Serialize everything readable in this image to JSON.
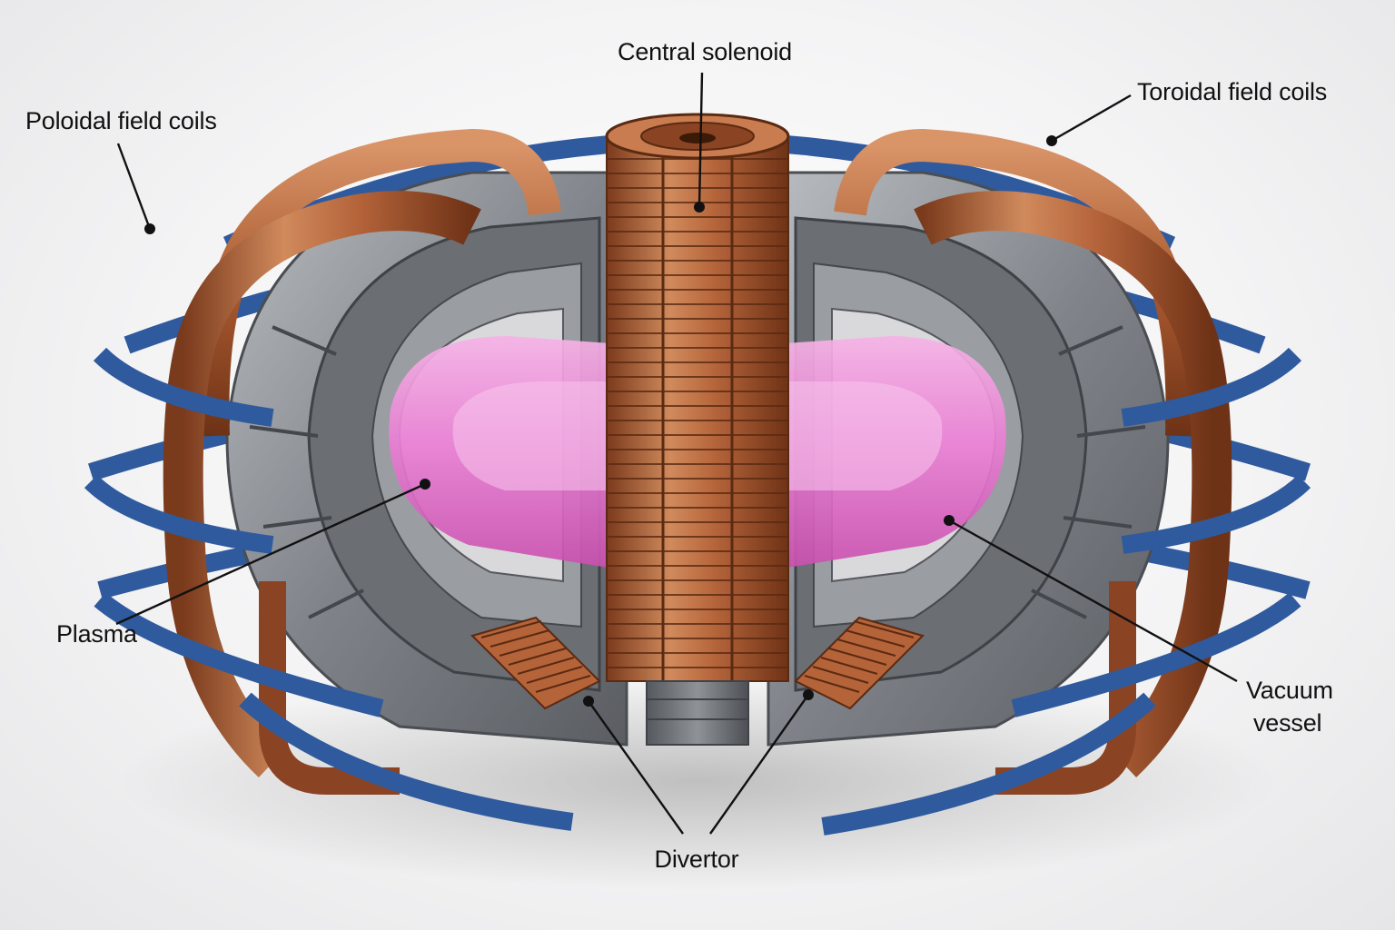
{
  "labels": {
    "central_solenoid": "Central solenoid",
    "poloidal_field_coils": "Poloidal field coils",
    "toroidal_field_coils": "Toroidal field coils",
    "plasma": "Plasma",
    "vacuum_vessel_line1": "Vacuum",
    "vacuum_vessel_line2": "vessel",
    "divertor": "Divertor"
  },
  "colors": {
    "background": "#f1f1f2",
    "copper": "#b8673a",
    "steel": "#8c8f94",
    "poloidal_blue": "#2f5a9e",
    "plasma": "#e77ad0",
    "leader": "#111111"
  }
}
